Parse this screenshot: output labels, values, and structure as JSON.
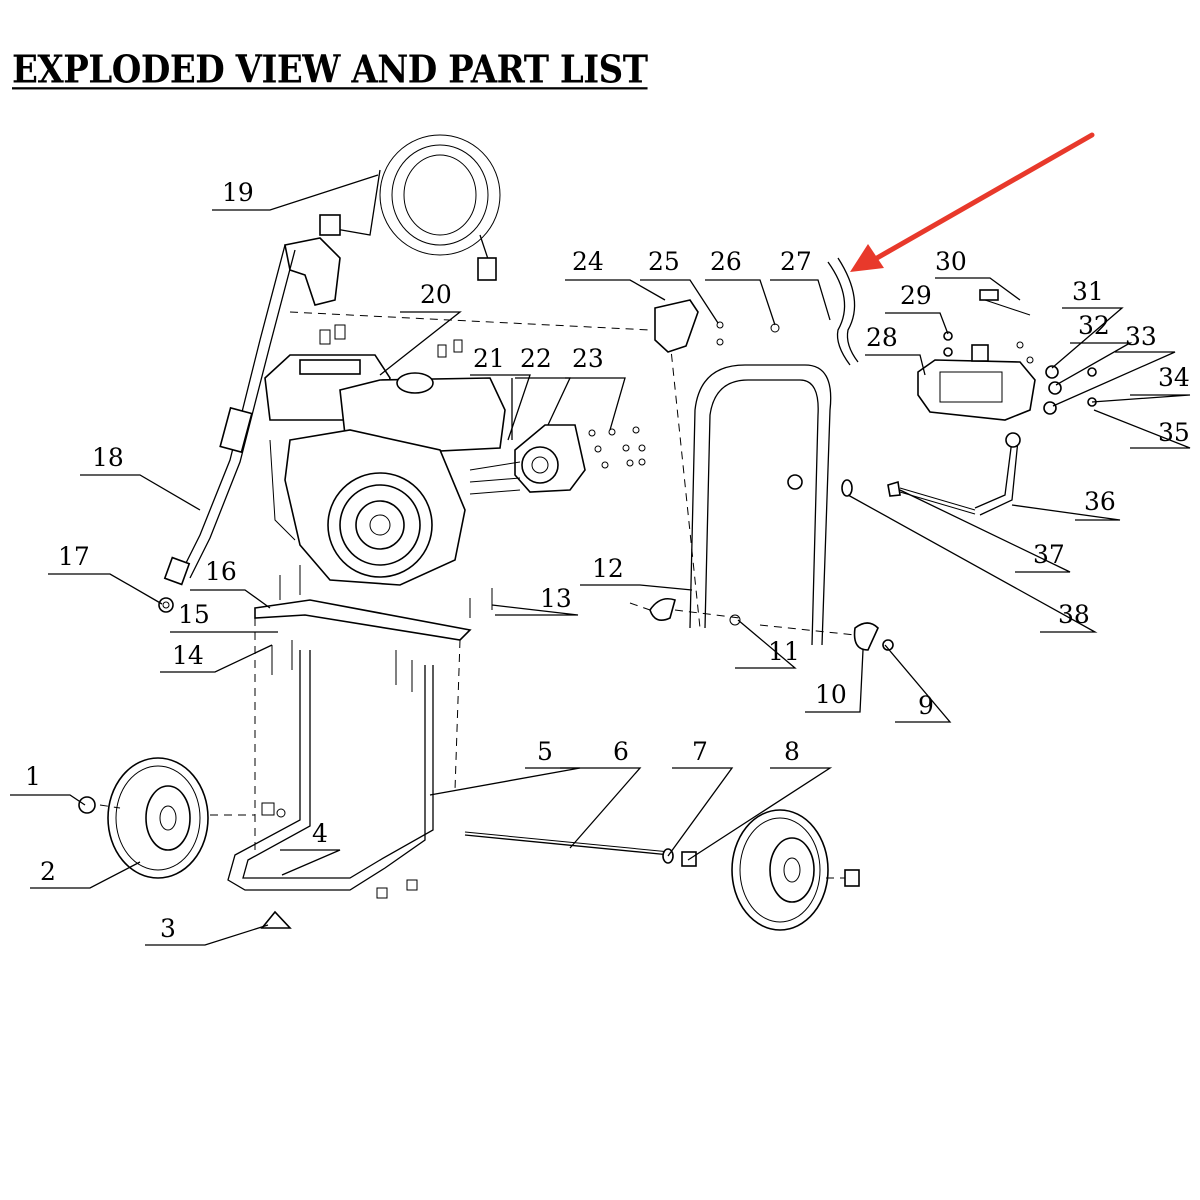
{
  "title": "EXPLODED VIEW AND PART LIST",
  "callouts": [
    "1",
    "2",
    "3",
    "4",
    "5",
    "6",
    "7",
    "8",
    "9",
    "10",
    "11",
    "12",
    "13",
    "14",
    "15",
    "16",
    "17",
    "18",
    "19",
    "20",
    "21",
    "22",
    "23",
    "24",
    "25",
    "26",
    "27",
    "28",
    "29",
    "30",
    "31",
    "32",
    "33",
    "34",
    "35",
    "36",
    "37",
    "38"
  ],
  "arrow_color": "#e8392b"
}
